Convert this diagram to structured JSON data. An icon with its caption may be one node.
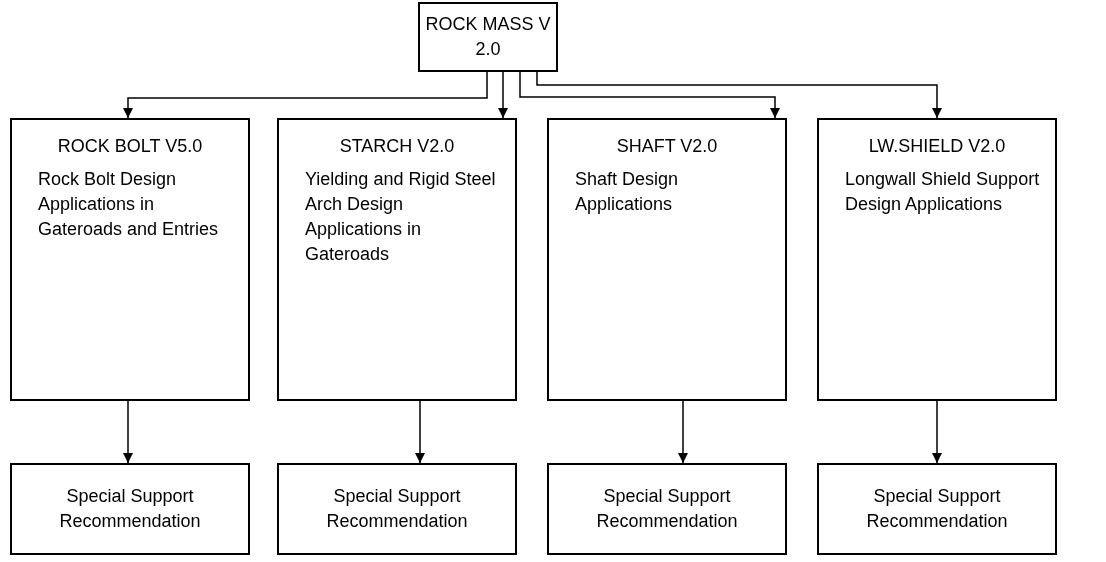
{
  "diagram": {
    "nodes": [
      {
        "text": [
          "ROCK MASS V 2.0"
        ]
      },
      {
        "text": [
          "ROCK BOLT V5.0",
          "Rock Bolt Design Applications in Gateroads and Entries"
        ]
      },
      {
        "text": [
          "STARCH V2.0",
          "Yielding and Rigid Steel Arch Design Applications in Gateroads"
        ]
      },
      {
        "text": [
          "SHAFT V2.0",
          "Shaft Design Applications"
        ]
      },
      {
        "text": [
          "LW.SHIELD V2.0",
          "Longwall Shield Support Design Applications"
        ]
      },
      {
        "text": [
          "Special Support Recommendation"
        ]
      },
      {
        "text": [
          "Special Support Recommendation"
        ]
      },
      {
        "text": [
          "Special Support Recommendation"
        ]
      },
      {
        "text": [
          "Special Support Recommendation"
        ]
      }
    ],
    "edges": [
      {
        "from": 0,
        "to": 1,
        "arrow": "to"
      },
      {
        "from": 0,
        "to": 2,
        "arrow": "to"
      },
      {
        "from": 0,
        "to": 3,
        "arrow": "to"
      },
      {
        "from": 0,
        "to": 4,
        "arrow": "to"
      },
      {
        "from": 1,
        "to": 5,
        "arrow": "to"
      },
      {
        "from": 2,
        "to": 6,
        "arrow": "to"
      },
      {
        "from": 3,
        "to": 7,
        "arrow": "to"
      },
      {
        "from": 4,
        "to": 8,
        "arrow": "to"
      }
    ]
  }
}
